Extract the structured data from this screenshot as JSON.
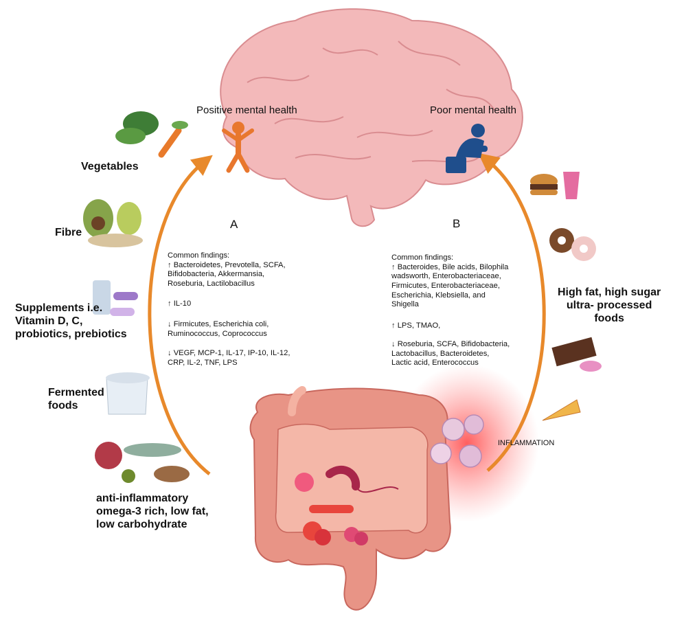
{
  "panel_a": {
    "letter": "A",
    "caption": "Positive mental health",
    "findings": [
      "Common findings:\n↑ Bacteroidetes, Prevotella, SCFA,\nBifidobacteria, Akkermansia,\nRoseburia, Lactilobacillus",
      "↑ IL-10",
      "↓ Firmicutes, Escherichia coli,\nRuminococcus, Coprococcus",
      "↓ VEGF, MCP-1, IL-17, IP-10, IL-12,\nCRP, IL-2, TNF, LPS"
    ]
  },
  "panel_b": {
    "letter": "B",
    "caption": "Poor mental health",
    "findings": [
      "Common findings:\n↑ Bacteroides, Bile acids, Bilophila\nwadsworth, Enterobacteriaceae,\nFirmicutes, Enterobacteriaceae,\nEscherichia, Klebsiella, and\nShigella",
      "↑ LPS, TMAO,",
      "↓ Roseburia, SCFA, Bifidobacteria,\nLactobacillus,  Bacteroidetes,\nLactic acid, Enterococcus"
    ]
  },
  "left_foods": [
    "Vegetables",
    "Fibre",
    "Supplements i.e.\nVitamin D, C,\nprobiotics, prebiotics",
    "Fermented\nfoods",
    "anti-inflammatory\nomega-3 rich, low fat,\nlow carbohydrate"
  ],
  "right_foods": "High fat, high sugar\nultra- processed\nfoods",
  "inflammation_label": "INFLAMMATION",
  "colors": {
    "arrow": "#E8892B",
    "brain": "#F2B8B8",
    "gut": "#E9968B",
    "person_positive": "#E8772E",
    "person_poor": "#1F4E8C",
    "inflammation": "#FF3B3B"
  },
  "icons": [
    "vegetables-icon",
    "fibre-icon",
    "supplements-icon",
    "yogurt-icon",
    "omega3-foods-icon",
    "burger-icon",
    "donut-icon",
    "chocolate-icon",
    "pizza-icon",
    "brain-icon",
    "gut-icon",
    "happy-person-icon",
    "sad-person-icon",
    "immune-cells-icon",
    "bacteria-icon"
  ]
}
